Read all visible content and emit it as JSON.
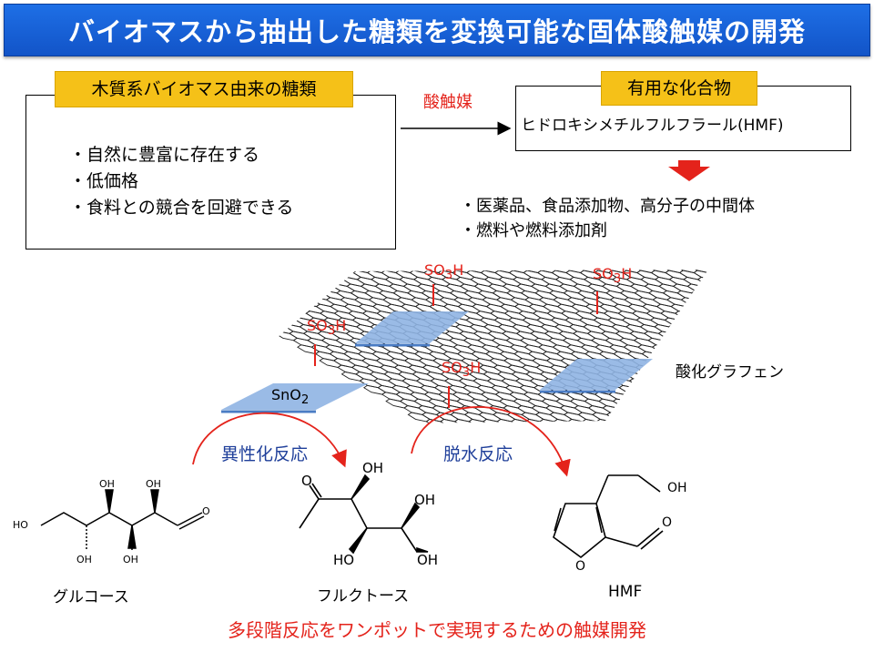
{
  "title": "バイオマスから抽出した糖類を変換可能な固体酸触媒の開発",
  "biomass_box": {
    "label": "木質系バイオマス由来の糖類",
    "bullets": [
      "・自然に豊富に存在する",
      "・低価格",
      "・食料との競合を回避できる"
    ]
  },
  "catalyst_label": "酸触媒",
  "product_box": {
    "label": "有用な化合物",
    "name": "ヒドロキシメチルフルフラール(HMF)"
  },
  "uses": [
    "・医薬品、食品添加物、高分子の中間体",
    "・燃料や燃料添加剤"
  ],
  "graphene": {
    "label": "酸化グラフェン",
    "so3h": "SO",
    "so3h_sub": "3",
    "so3h_h": "H",
    "sno2": "SnO",
    "sno2_sub": "2"
  },
  "reactions": {
    "isomerization": "異性化反応",
    "dehydration": "脱水反応"
  },
  "molecules": {
    "glucose": "グルコース",
    "fructose": "フルクトース",
    "hmf": "HMF",
    "oh": "OH",
    "ho": "HO",
    "o": "O"
  },
  "footer": "多段階反応をワンポットで実現するための触媒開発",
  "colors": {
    "title_bg": "#1a63d8",
    "label_bg": "#f5c118",
    "accent_red": "#e4231b",
    "reaction_blue": "#1f3f9a",
    "sno2_patch": "#8fb4e3"
  }
}
